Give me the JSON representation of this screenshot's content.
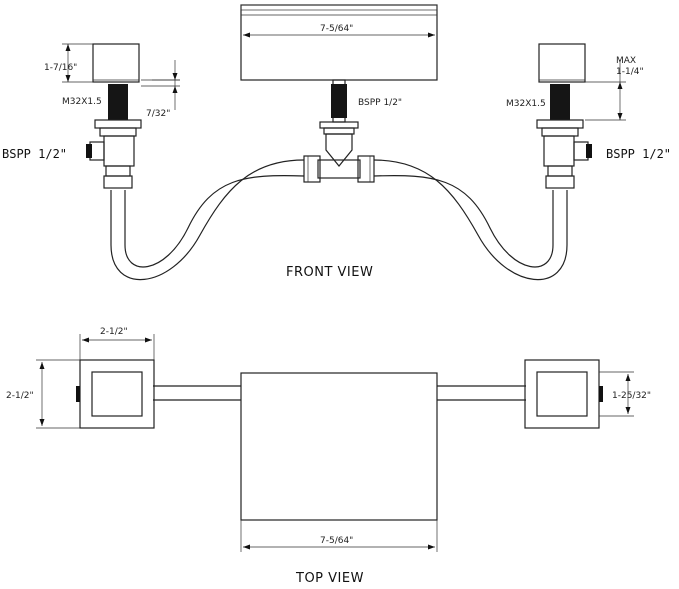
{
  "labels": {
    "front_view": "FRONT VIEW",
    "top_view": "TOP VIEW",
    "dim_spout_width": "7-5/64\"",
    "dim_spout_width_top": "7-5/64\"",
    "dim_handle_height": "1-7/16\"",
    "dim_thread_left": "M32X1.5",
    "dim_thread_right": "M32X1.5",
    "dim_gap": "7/32\"",
    "dim_max_label": "MAX",
    "dim_max_value": "1-1/4\"",
    "bspp_left": "BSPP 1/2\"",
    "bspp_center": "BSPP 1/2\"",
    "bspp_right": "BSPP 1/2\"",
    "dim_handle_width": "2-1/2\"",
    "dim_handle_depth": "2-1/2\"",
    "dim_handle_inner": "1-25/32\""
  }
}
